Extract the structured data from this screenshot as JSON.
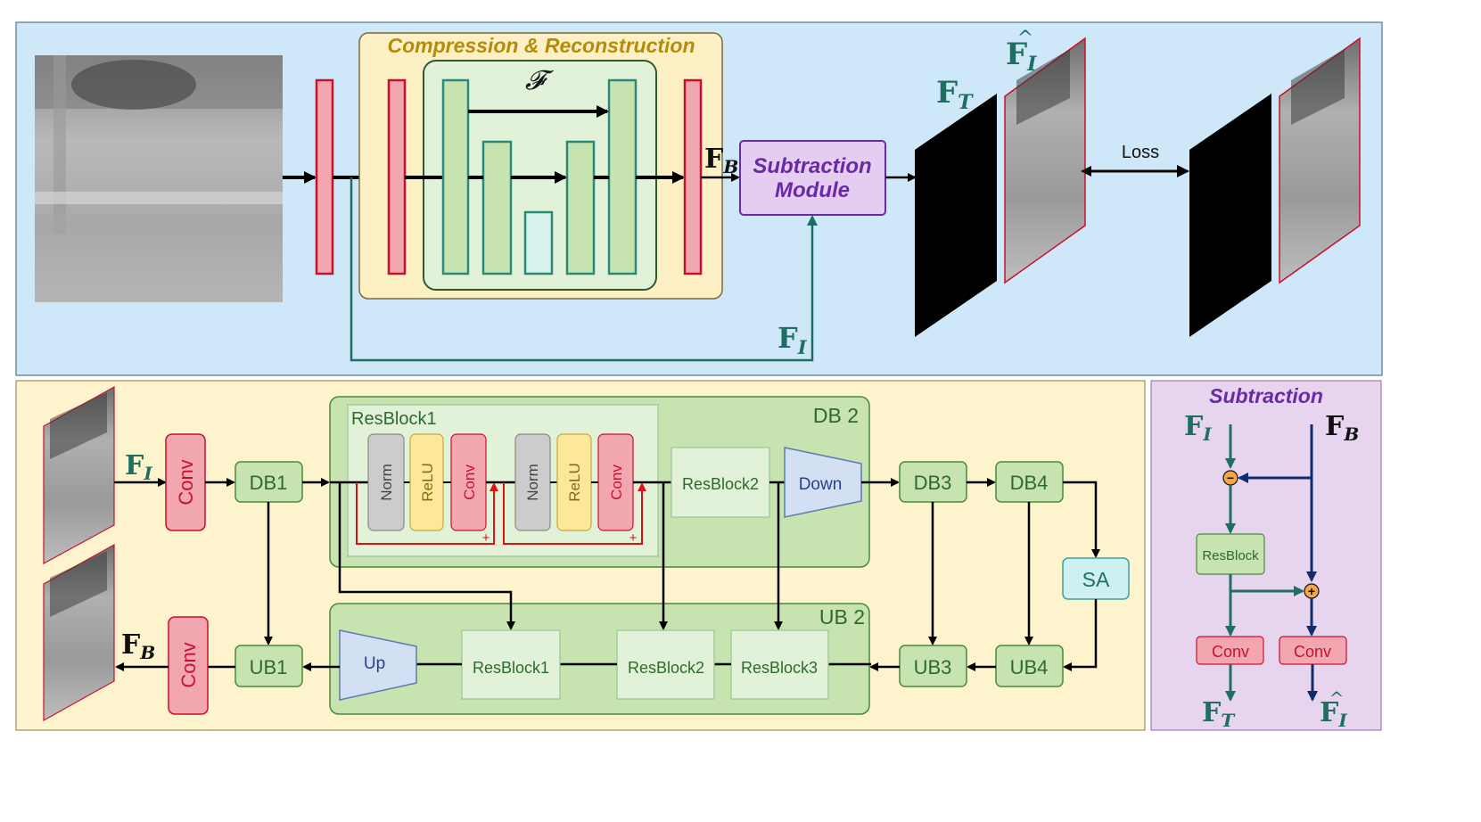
{
  "colors": {
    "top_panel_bg": "#cfe8f9",
    "bottom_panel_bg": "#fdf3cc",
    "subtraction_panel_bg": "#e7d4ef",
    "accent_teal": "#1f6e62",
    "accent_navy": "#0f2c6e",
    "purple_text": "#6a29a8",
    "gold_text": "#b48c0a",
    "conv_red": "#f2a7b0",
    "block_green": "#c6e3b0",
    "sa_cyan": "#cff0f0",
    "residual_red": "#e01010"
  },
  "top": {
    "compression_title": "Compression & Reconstruction",
    "f_symbol": "𝓕",
    "fb_label": "F",
    "fb_sub": "B",
    "fi_label": "F",
    "fi_sub": "I",
    "ft_label": "F",
    "ft_sub": "T",
    "fi_hat_label": "F",
    "fi_hat_sub": "I",
    "fi_hat_mark": "^",
    "subtraction_line1": "Subtraction",
    "subtraction_line2": "Module",
    "loss_label": "Loss"
  },
  "bottom": {
    "fi_label": "F",
    "fi_sub": "I",
    "fb_label": "F",
    "fb_sub": "B",
    "conv_in": "Conv",
    "conv_out": "Conv",
    "db1": "DB1",
    "db2_title": "DB 2",
    "resblock1_title": "ResBlock1",
    "norm_a": "Norm",
    "relu_a": "ReLU",
    "conv_a": "Conv",
    "norm_b": "Norm",
    "relu_b": "ReLU",
    "conv_b": "Conv",
    "plus_a": "+",
    "plus_b": "+",
    "resblock2_db": "ResBlock2",
    "down": "Down",
    "db3": "DB3",
    "db4": "DB4",
    "sa": "SA",
    "ub2_title": "UB 2",
    "up": "Up",
    "ub_resblock1": "ResBlock1",
    "ub_resblock2": "ResBlock2",
    "ub_resblock3": "ResBlock3",
    "ub1": "UB1",
    "ub3": "UB3",
    "ub4": "UB4"
  },
  "subtraction": {
    "title": "Subtraction",
    "fi_label": "F",
    "fi_sub": "I",
    "fb_label": "F",
    "fb_sub": "B",
    "minus": "−",
    "plus": "+",
    "resblock": "ResBlock",
    "conv_left": "Conv",
    "conv_right": "Conv",
    "ft_label": "F",
    "ft_sub": "T",
    "fi_hat_label": "F",
    "fi_hat_sub": "I",
    "fi_hat_mark": "^"
  }
}
